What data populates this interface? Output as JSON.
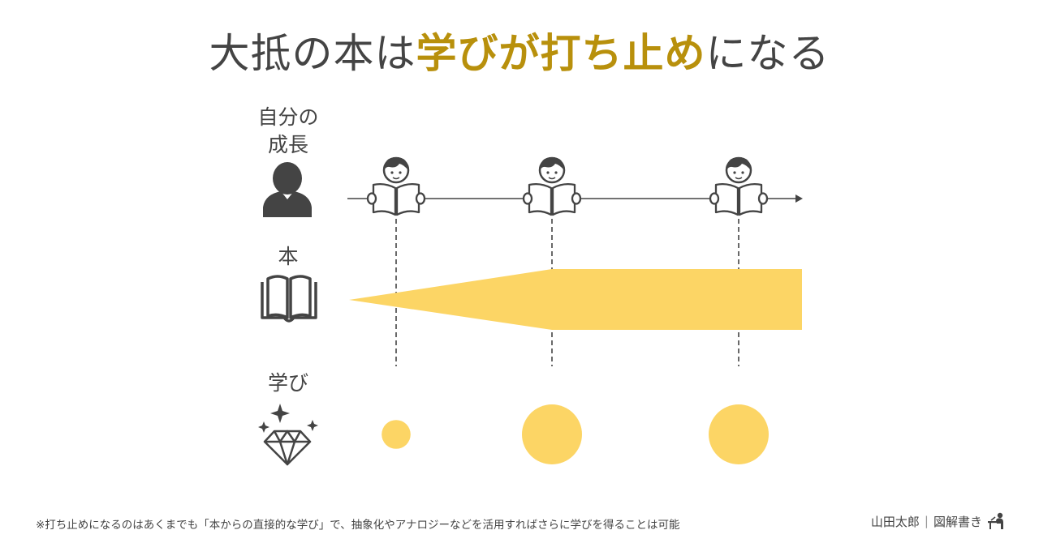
{
  "title": {
    "prefix": "大抵の本は",
    "highlight": "学びが打ち止め",
    "suffix": "になる"
  },
  "rows": {
    "growth_label_line1": "自分の",
    "growth_label_line2": "成長",
    "book_label": "本",
    "learning_label": "学び"
  },
  "icons": {
    "growth": "person-silhouette-icon",
    "book": "open-book-icon",
    "learning": "diamond-sparkle-icon",
    "reader": "reading-person-icon",
    "credit": "person-at-desk-icon"
  },
  "learning_sizes": [
    0.48,
    1.0,
    1.0
  ],
  "colors": {
    "text": "#444444",
    "highlight": "#b8900c",
    "fill": "#fcd565"
  },
  "footnote": "※打ち止めになるのはあくまでも「本からの直接的な学び」で、抽象化やアナロジーなどを活用すればさらに学びを得ることは可能",
  "credit": {
    "author": "山田太郎",
    "sep": "|",
    "brand": "図解書き"
  }
}
